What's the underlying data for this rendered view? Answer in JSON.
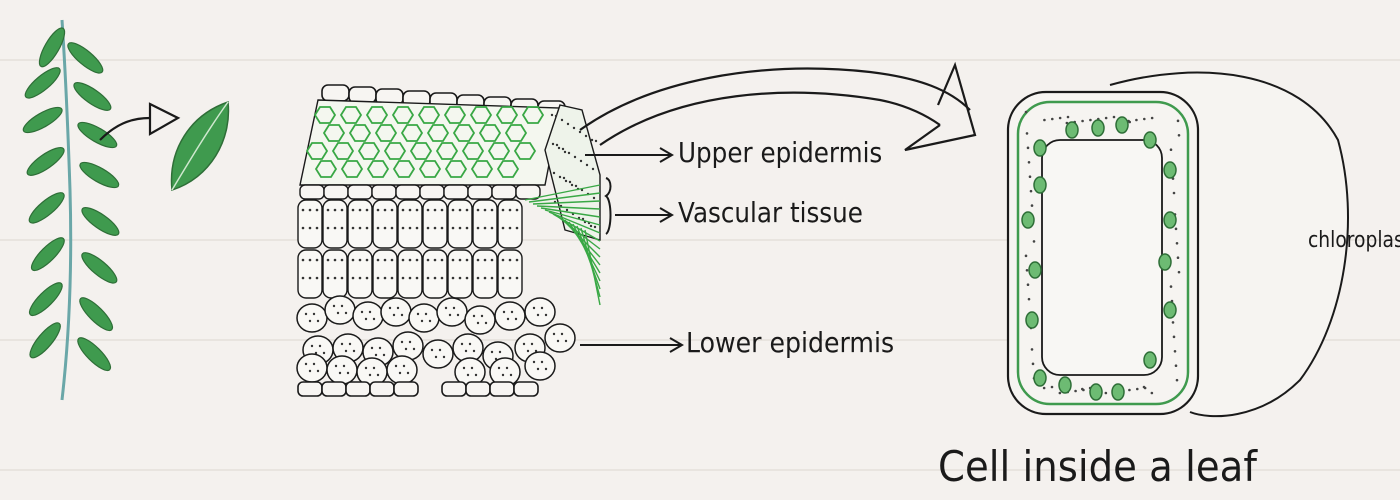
{
  "labels": {
    "upper_epidermis": "Upper epidermis",
    "vascular_tissue": "Vascular tissue",
    "lower_epidermis": "Lower epidermis",
    "chloroplast": "chloroplast",
    "cell_caption": "Cell inside a leaf"
  },
  "colors": {
    "paper": "#f4f1ee",
    "ink": "#1a1a1a",
    "leaf_green": "#3f9a4e",
    "leaf_dark": "#2e6e37",
    "tissue_green": "#39a845",
    "stem_teal": "#6aa7a8",
    "chloroplast_fill": "#6dbb73"
  }
}
